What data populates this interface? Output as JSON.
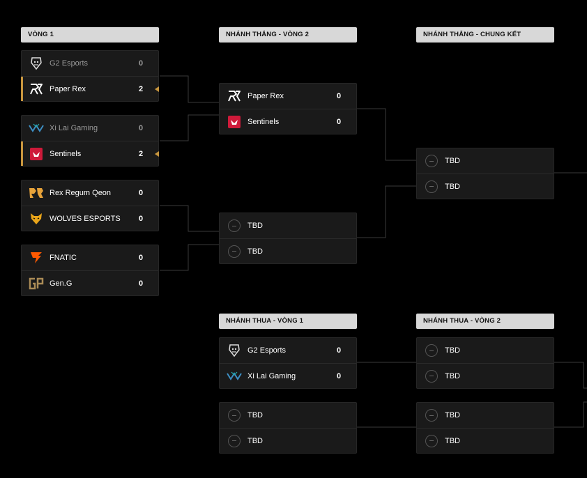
{
  "rounds": {
    "r1": "VÒNG 1",
    "ub_r2": "NHÁNH THẮNG - VÒNG 2",
    "ub_final": "NHÁNH THẮNG - CHUNG KẾT",
    "lb_r1": "NHÁNH THUA - VÒNG 1",
    "lb_r2": "NHÁNH THUA - VÒNG 2"
  },
  "r1": [
    {
      "top": {
        "name": "G2 Esports",
        "score": "0",
        "logo": "g2-logo-icon"
      },
      "bottom": {
        "name": "Paper Rex",
        "score": "2",
        "logo": "paper-rex-logo-icon"
      }
    },
    {
      "top": {
        "name": "Xi Lai Gaming",
        "score": "0",
        "logo": "xi-lai-gaming-logo-icon"
      },
      "bottom": {
        "name": "Sentinels",
        "score": "2",
        "logo": "sentinels-logo-icon"
      }
    },
    {
      "top": {
        "name": "Rex Regum Qeon",
        "score": "0",
        "logo": "rrq-logo-icon"
      },
      "bottom": {
        "name": "WOLVES ESPORTS",
        "score": "0",
        "logo": "wolves-logo-icon"
      }
    },
    {
      "top": {
        "name": "FNATIC",
        "score": "0",
        "logo": "fnatic-logo-icon"
      },
      "bottom": {
        "name": "Gen.G",
        "score": "0",
        "logo": "geng-logo-icon"
      }
    }
  ],
  "ub_r2": [
    {
      "top": {
        "name": "Paper Rex",
        "score": "0"
      },
      "bottom": {
        "name": "Sentinels",
        "score": "0"
      }
    },
    {
      "top": {
        "name": "TBD"
      },
      "bottom": {
        "name": "TBD"
      }
    }
  ],
  "ub_final": [
    {
      "top": {
        "name": "TBD"
      },
      "bottom": {
        "name": "TBD"
      }
    }
  ],
  "lb_r1": [
    {
      "top": {
        "name": "G2 Esports",
        "score": "0"
      },
      "bottom": {
        "name": "Xi Lai Gaming",
        "score": "0"
      }
    },
    {
      "top": {
        "name": "TBD"
      },
      "bottom": {
        "name": "TBD"
      }
    }
  ],
  "lb_r2": [
    {
      "top": {
        "name": "TBD"
      },
      "bottom": {
        "name": "TBD"
      }
    },
    {
      "top": {
        "name": "TBD"
      },
      "bottom": {
        "name": "TBD"
      }
    }
  ],
  "colors": {
    "winner_accent": "#c8963e",
    "header_bg": "#d8d8d8",
    "card_bg": "#1a1a1a"
  }
}
